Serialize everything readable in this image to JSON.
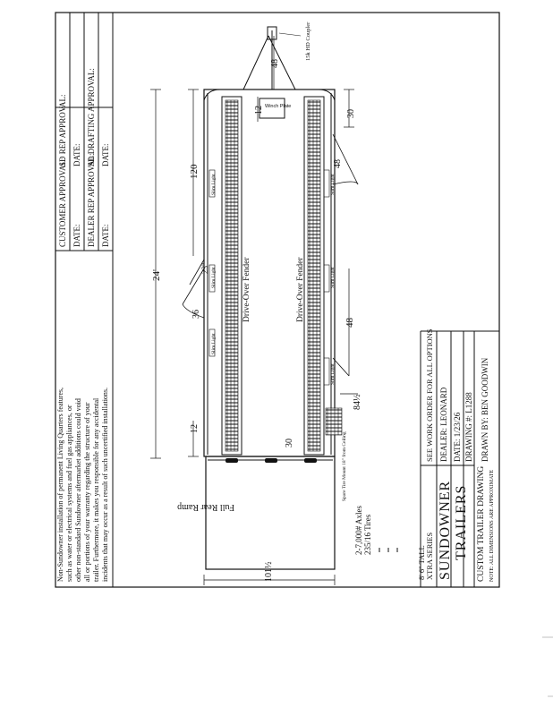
{
  "disclaimer": [
    "Non-Sundowner installation of permanent Living Quarters features,",
    "such as water or electrical systems and fuel gas appliances, or",
    "other non-standard Sundowner aftermarket additions could void",
    "all or portions of your warranty regarding the structure of your",
    "trailer. Furthermore, it makes you responsible for any accidental",
    "incidents that may occur as a result of such uncertified installations."
  ],
  "approvals": {
    "customer": "CUSTOMER APPROVAL:",
    "date1": "DATE:",
    "dealer_rep": "DEALER REP APPROVAL:",
    "date2": "DATE:",
    "sd_rep": "SD REP APPROVAL:",
    "date3": "DATE:",
    "sd_drafting": "SD DRAFTING APPROVAL:",
    "date4": "DATE:"
  },
  "title_block": {
    "see_note": "SEE WORK ORDER FOR ALL OPTIONS",
    "dealer": "DEALER: LEONARD",
    "date": "DATE: 1/23/26",
    "drawing": "DRAWING #: L1288",
    "drawn_by": "DRAWN BY: BEN GOODWIN",
    "brand_line1": "SUNDOWNER",
    "brand_line2": "TRAILERS",
    "subtitle": "CUSTOM TRAILER DRAWING",
    "note": "NOTE: ALL DIMENSIONS ARE APPROXIMATE",
    "tall": "8' 6\" TALL",
    "series": "XTRA SERIES"
  },
  "specs": {
    "axles": "2-7,000# Axles",
    "tires": "235/16 Tires"
  },
  "labels": {
    "coupler": "15k HD Coupler",
    "winch_plate": "Winch Plate",
    "fender_top": "Drive-Over Fender",
    "fender_bottom": "Drive-Over Fender",
    "ramp": "Full Rear Ramp",
    "spare": "Spare Tire Mount 18\" from Ceiling",
    "slim_light": "Slim Light"
  },
  "dimensions": {
    "coupler_48": "48",
    "winch_12": "12",
    "front_30": "30",
    "d120": "120",
    "d24ft": "24'",
    "d23": "23\"",
    "d36": "36",
    "d48_side": "48",
    "d48_lower": "48",
    "d12": "12",
    "d30_rear": "30",
    "d84": "84½",
    "width": "101½"
  }
}
